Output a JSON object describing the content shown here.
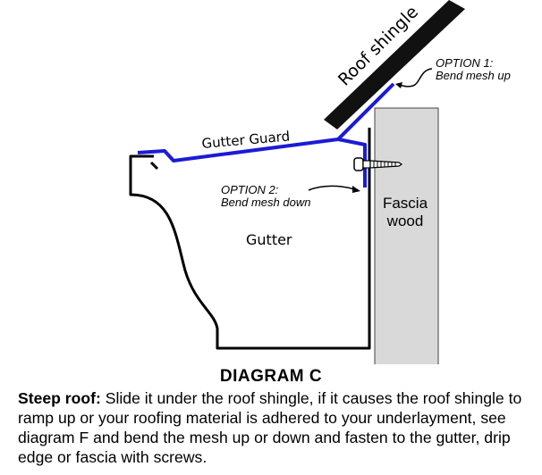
{
  "diagram": {
    "roof_shingle_label": "Roof shingle",
    "option1_title": "OPTION 1:",
    "option1_text": "Bend mesh up",
    "gutter_guard_label": "Gutter Guard",
    "option2_title": "OPTION 2:",
    "option2_text": "Bend mesh down",
    "fascia_line1": "Fascia",
    "fascia_line2": "wood",
    "gutter_label": "Gutter",
    "colors": {
      "mesh": "#1b1bd6",
      "fascia_fill": "#d9d9d9",
      "shingle": "#111111",
      "outline": "#000000"
    }
  },
  "caption": {
    "title": "DIAGRAM  C",
    "lead": "Steep roof:",
    "body": " Slide it under the roof shingle, if it causes the roof shingle to ramp up or your roofing material is adhered to your underlayment, see diagram F and bend the mesh up or down and fasten to the gutter, drip edge or fascia with screws."
  }
}
